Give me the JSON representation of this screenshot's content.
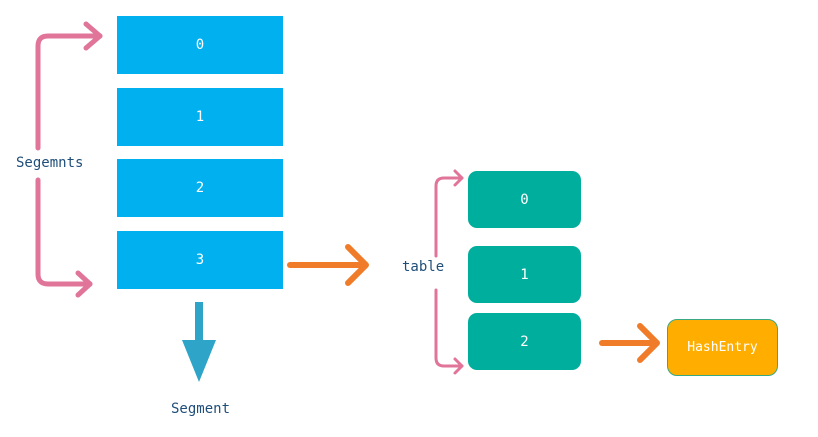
{
  "segments_label": "Segemnts",
  "segment_boxes": [
    "0",
    "1",
    "2",
    "3"
  ],
  "segment_label": "Segment",
  "table_label": "table",
  "table_boxes": [
    "0",
    "1",
    "2"
  ],
  "hash_entry_label": "HashEntry",
  "colors": {
    "segment_box": "#00b0ef",
    "table_box": "#00ae9d",
    "hash_entry_box": "#ffae00",
    "bracket_arrow": "#e07499",
    "flow_arrow": "#f07c2a",
    "down_arrow": "#2ea5c8",
    "label_text": "#1f4e79"
  }
}
